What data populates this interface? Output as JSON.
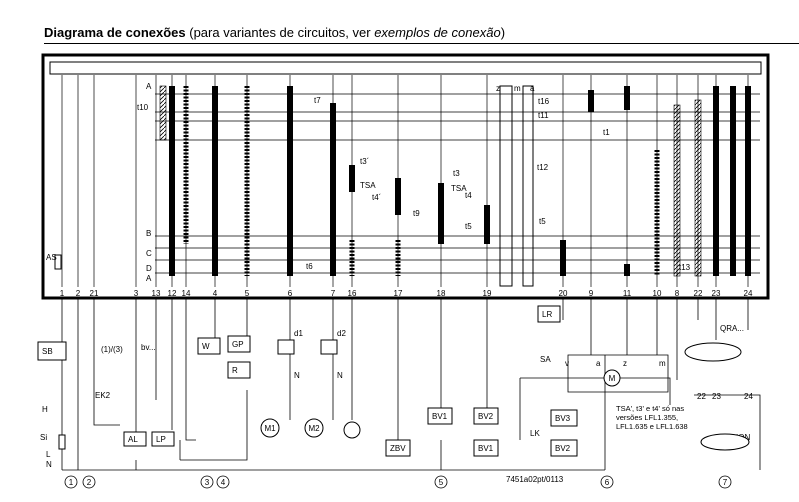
{
  "title": {
    "bold": "Diagrama de conexões",
    "pre": " (para variantes de circuitos, ver ",
    "italic": "exemplos de conexão",
    "post": ")"
  },
  "terminals": [
    "1",
    "2",
    "21",
    "3",
    "13",
    "12",
    "14",
    "4",
    "5",
    "6",
    "7",
    "16",
    "17",
    "18",
    "19",
    "20",
    "9",
    "11",
    "10",
    "8",
    "22",
    "23",
    "24"
  ],
  "row_labels": [
    "A",
    "B",
    "C",
    "D",
    "A"
  ],
  "timing_labels": [
    "t10",
    "t7",
    "t16",
    "t11",
    "t1",
    "t12",
    "t3´",
    "TSA",
    "t4´",
    "t3",
    "TSA",
    "t4",
    "t9",
    "t5",
    "t5",
    "t6",
    "t13"
  ],
  "shared": {
    "z": "z",
    "m": "m",
    "a": "a"
  },
  "components": {
    "AS": "AS",
    "SB": "SB",
    "H": "H",
    "Si": "Si",
    "L": "L",
    "N": "N",
    "one_three": "(1)/(3)",
    "bv": "bv...",
    "EK2": "EK2",
    "AL": "AL",
    "LP": "LP",
    "W": "W",
    "GP": "GP",
    "R": "R",
    "d1": "d1",
    "d2": "d2",
    "N1": "N",
    "N2": "N",
    "M1": "M1",
    "M2": "M2",
    "ZBV": "ZBV",
    "BV1a": "BV1",
    "BV2a": "BV2",
    "BV1b": "BV1",
    "LK": "LK",
    "LR": "LR",
    "SA": "SA",
    "v": "v",
    "a": "a",
    "z": "z",
    "m": "m",
    "M": "M",
    "BV3": "BV3",
    "BV2b": "BV2",
    "QRA": "QRA...",
    "ION": "ION",
    "t22": "22",
    "t23": "23",
    "t24": "24"
  },
  "note": [
    "TSA', t3' e t4' só nas",
    "versões LFL1.355,",
    "LFL1.635 e LFL1.638"
  ],
  "fig_id": "7451a02pt/0113",
  "circled": [
    "1",
    "2",
    "3",
    "4",
    "5",
    "6",
    "7"
  ]
}
